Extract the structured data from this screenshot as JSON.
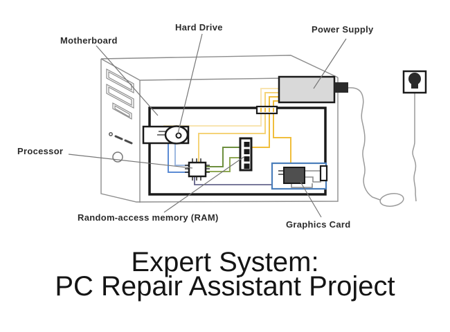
{
  "diagram": {
    "title_line1": "Expert System:",
    "title_line2": "PC Repair Assistant Project",
    "labels": {
      "motherboard": "Motherboard",
      "hard_drive": "Hard Drive",
      "power_supply": "Power Supply",
      "processor": "Processor",
      "ram": "Random-access memory (RAM)",
      "graphics_card": "Graphics Card"
    },
    "colors": {
      "wire_yellow": "#F0BE3C",
      "wire_yellow_light": "#F5D377",
      "wire_yellow_pale": "#F8E4B0",
      "wire_green_dark": "#6D8F3E",
      "wire_green_light": "#8FA853",
      "wire_blue": "#5B8BD4",
      "wire_blue_light": "#9DB8E0",
      "wire_navy": "#4C4C78",
      "gpu_outline": "#4A7EBB",
      "psu_fill": "#D9D9D9",
      "chip_fill": "#4F4F4F",
      "case_gray": "#8C8C8C",
      "cord_gray": "#9A9A9A",
      "leader_gray": "#757575"
    }
  }
}
